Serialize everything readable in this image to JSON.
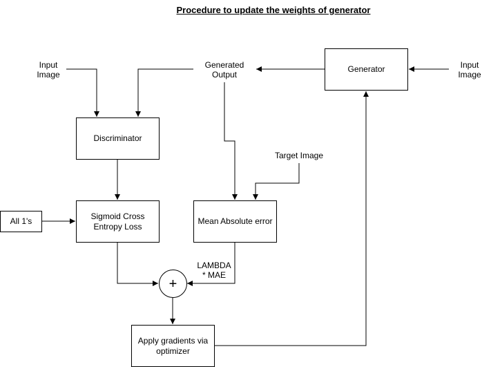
{
  "title": "Procedure to update the weights of generator",
  "labels": {
    "input_image_left": "Input\nImage",
    "generated_output": "Generated\nOutput",
    "input_image_right": "Input\nImage",
    "target_image": "Target Image",
    "lambda_mae": "LAMBDA\n* MAE"
  },
  "boxes": {
    "generator": "Generator",
    "discriminator": "Discriminator",
    "all_ones": "All 1's",
    "sigmoid_loss": "Sigmoid Cross Entropy Loss",
    "mae": "Mean Absolute error",
    "apply_gradients": "Apply gradients via optimizer"
  },
  "sum_symbol": "+"
}
